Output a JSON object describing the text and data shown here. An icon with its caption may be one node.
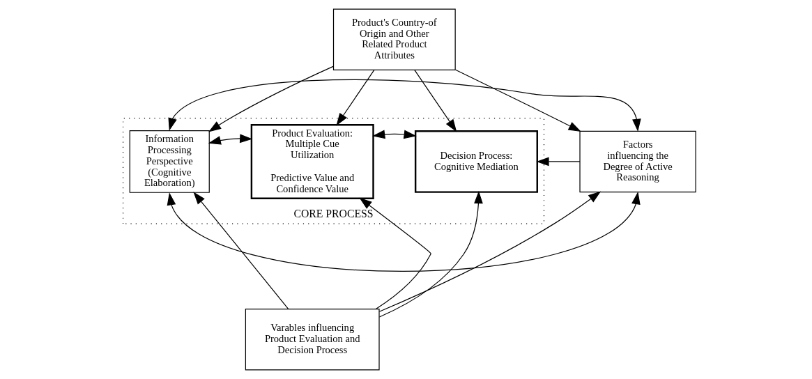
{
  "diagram": {
    "nodes": [
      {
        "text": [
          "Product's Country-of Origin and Other Related Product Attributes"
        ]
      },
      {
        "text": [
          "CORE PROCESS"
        ]
      },
      {
        "text": [
          "Information Processing Perspective (Cognitive Elaboration)"
        ],
        "in": 1
      },
      {
        "text": [
          "Product Evaluation: Multiple Cue Utilization",
          "Predictive Value and Confidence Value"
        ],
        "in": 1
      },
      {
        "text": [
          "Decision Process: Cognitive Mediation"
        ],
        "in": 1
      },
      {
        "text": [
          "Factors influencing the Degree of Active Reasoning"
        ]
      },
      {
        "text": [
          "Varables influencing Product Evaluation and Decision Process"
        ]
      }
    ],
    "edges": [
      {
        "from": 0,
        "to": 2,
        "arrow": "to"
      },
      {
        "from": 0,
        "to": 3,
        "arrow": "to"
      },
      {
        "from": 0,
        "to": 4,
        "arrow": "to"
      },
      {
        "from": 0,
        "to": 5,
        "arrow": "to"
      },
      {
        "from": 2,
        "to": 5,
        "arrow": "both"
      },
      {
        "from": 2,
        "to": 3,
        "arrow": "both"
      },
      {
        "from": 3,
        "to": 4,
        "arrow": "both"
      },
      {
        "from": 5,
        "to": 4,
        "arrow": "to"
      },
      {
        "from": 2,
        "to": 5,
        "arrow": "both"
      },
      {
        "from": 6,
        "to": 2,
        "arrow": "to"
      },
      {
        "from": 6,
        "to": 3,
        "arrow": "to"
      },
      {
        "from": 6,
        "to": 4,
        "arrow": "to"
      },
      {
        "from": 6,
        "to": 5,
        "arrow": "to"
      }
    ]
  }
}
